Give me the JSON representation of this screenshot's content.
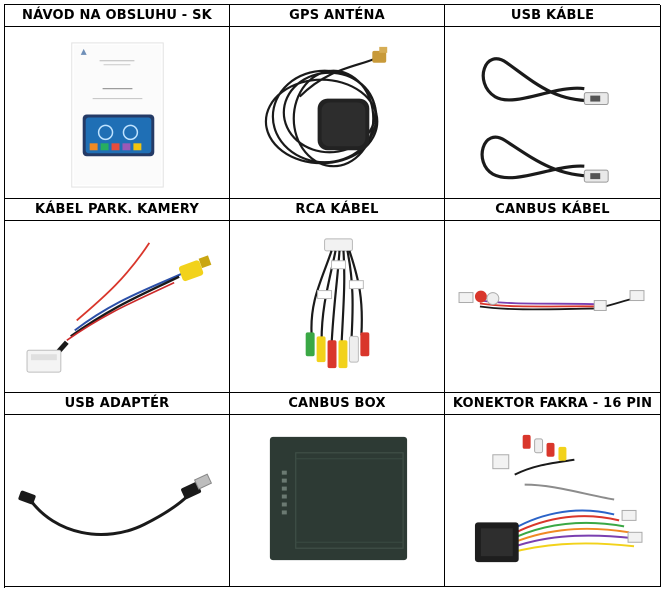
{
  "items": [
    {
      "id": "manual",
      "label": "NÁVOD NA OBSLUHU - SK",
      "icon": "manual-booklet"
    },
    {
      "id": "gps",
      "label": "GPS ANTÉNA",
      "icon": "gps-antenna"
    },
    {
      "id": "usb_cables",
      "label": "USB KÁBLE",
      "icon": "usb-cables"
    },
    {
      "id": "camera_cable",
      "label": "KÁBEL PARK. KAMERY",
      "icon": "camera-cable"
    },
    {
      "id": "rca_cable",
      "label": "RCA KÁBEL",
      "icon": "rca-cable"
    },
    {
      "id": "canbus_cable",
      "label": "CANBUS KÁBEL",
      "icon": "canbus-cable"
    },
    {
      "id": "usb_adapter",
      "label": "USB ADAPTÉR",
      "icon": "usb-adapter"
    },
    {
      "id": "canbus_box",
      "label": "CANBUS BOX",
      "icon": "canbus-box"
    },
    {
      "id": "fakra_connector",
      "label": "KONEKTOR FAKRA - 16 PIN",
      "icon": "fakra-connector"
    }
  ],
  "colors": {
    "border": "#000000",
    "cable": "#1a1a1a",
    "rca_yellow": "#f2d21b",
    "rca_red": "#d9362b",
    "rca_white": "#eeeeee",
    "box_green": "#2d3a34"
  }
}
